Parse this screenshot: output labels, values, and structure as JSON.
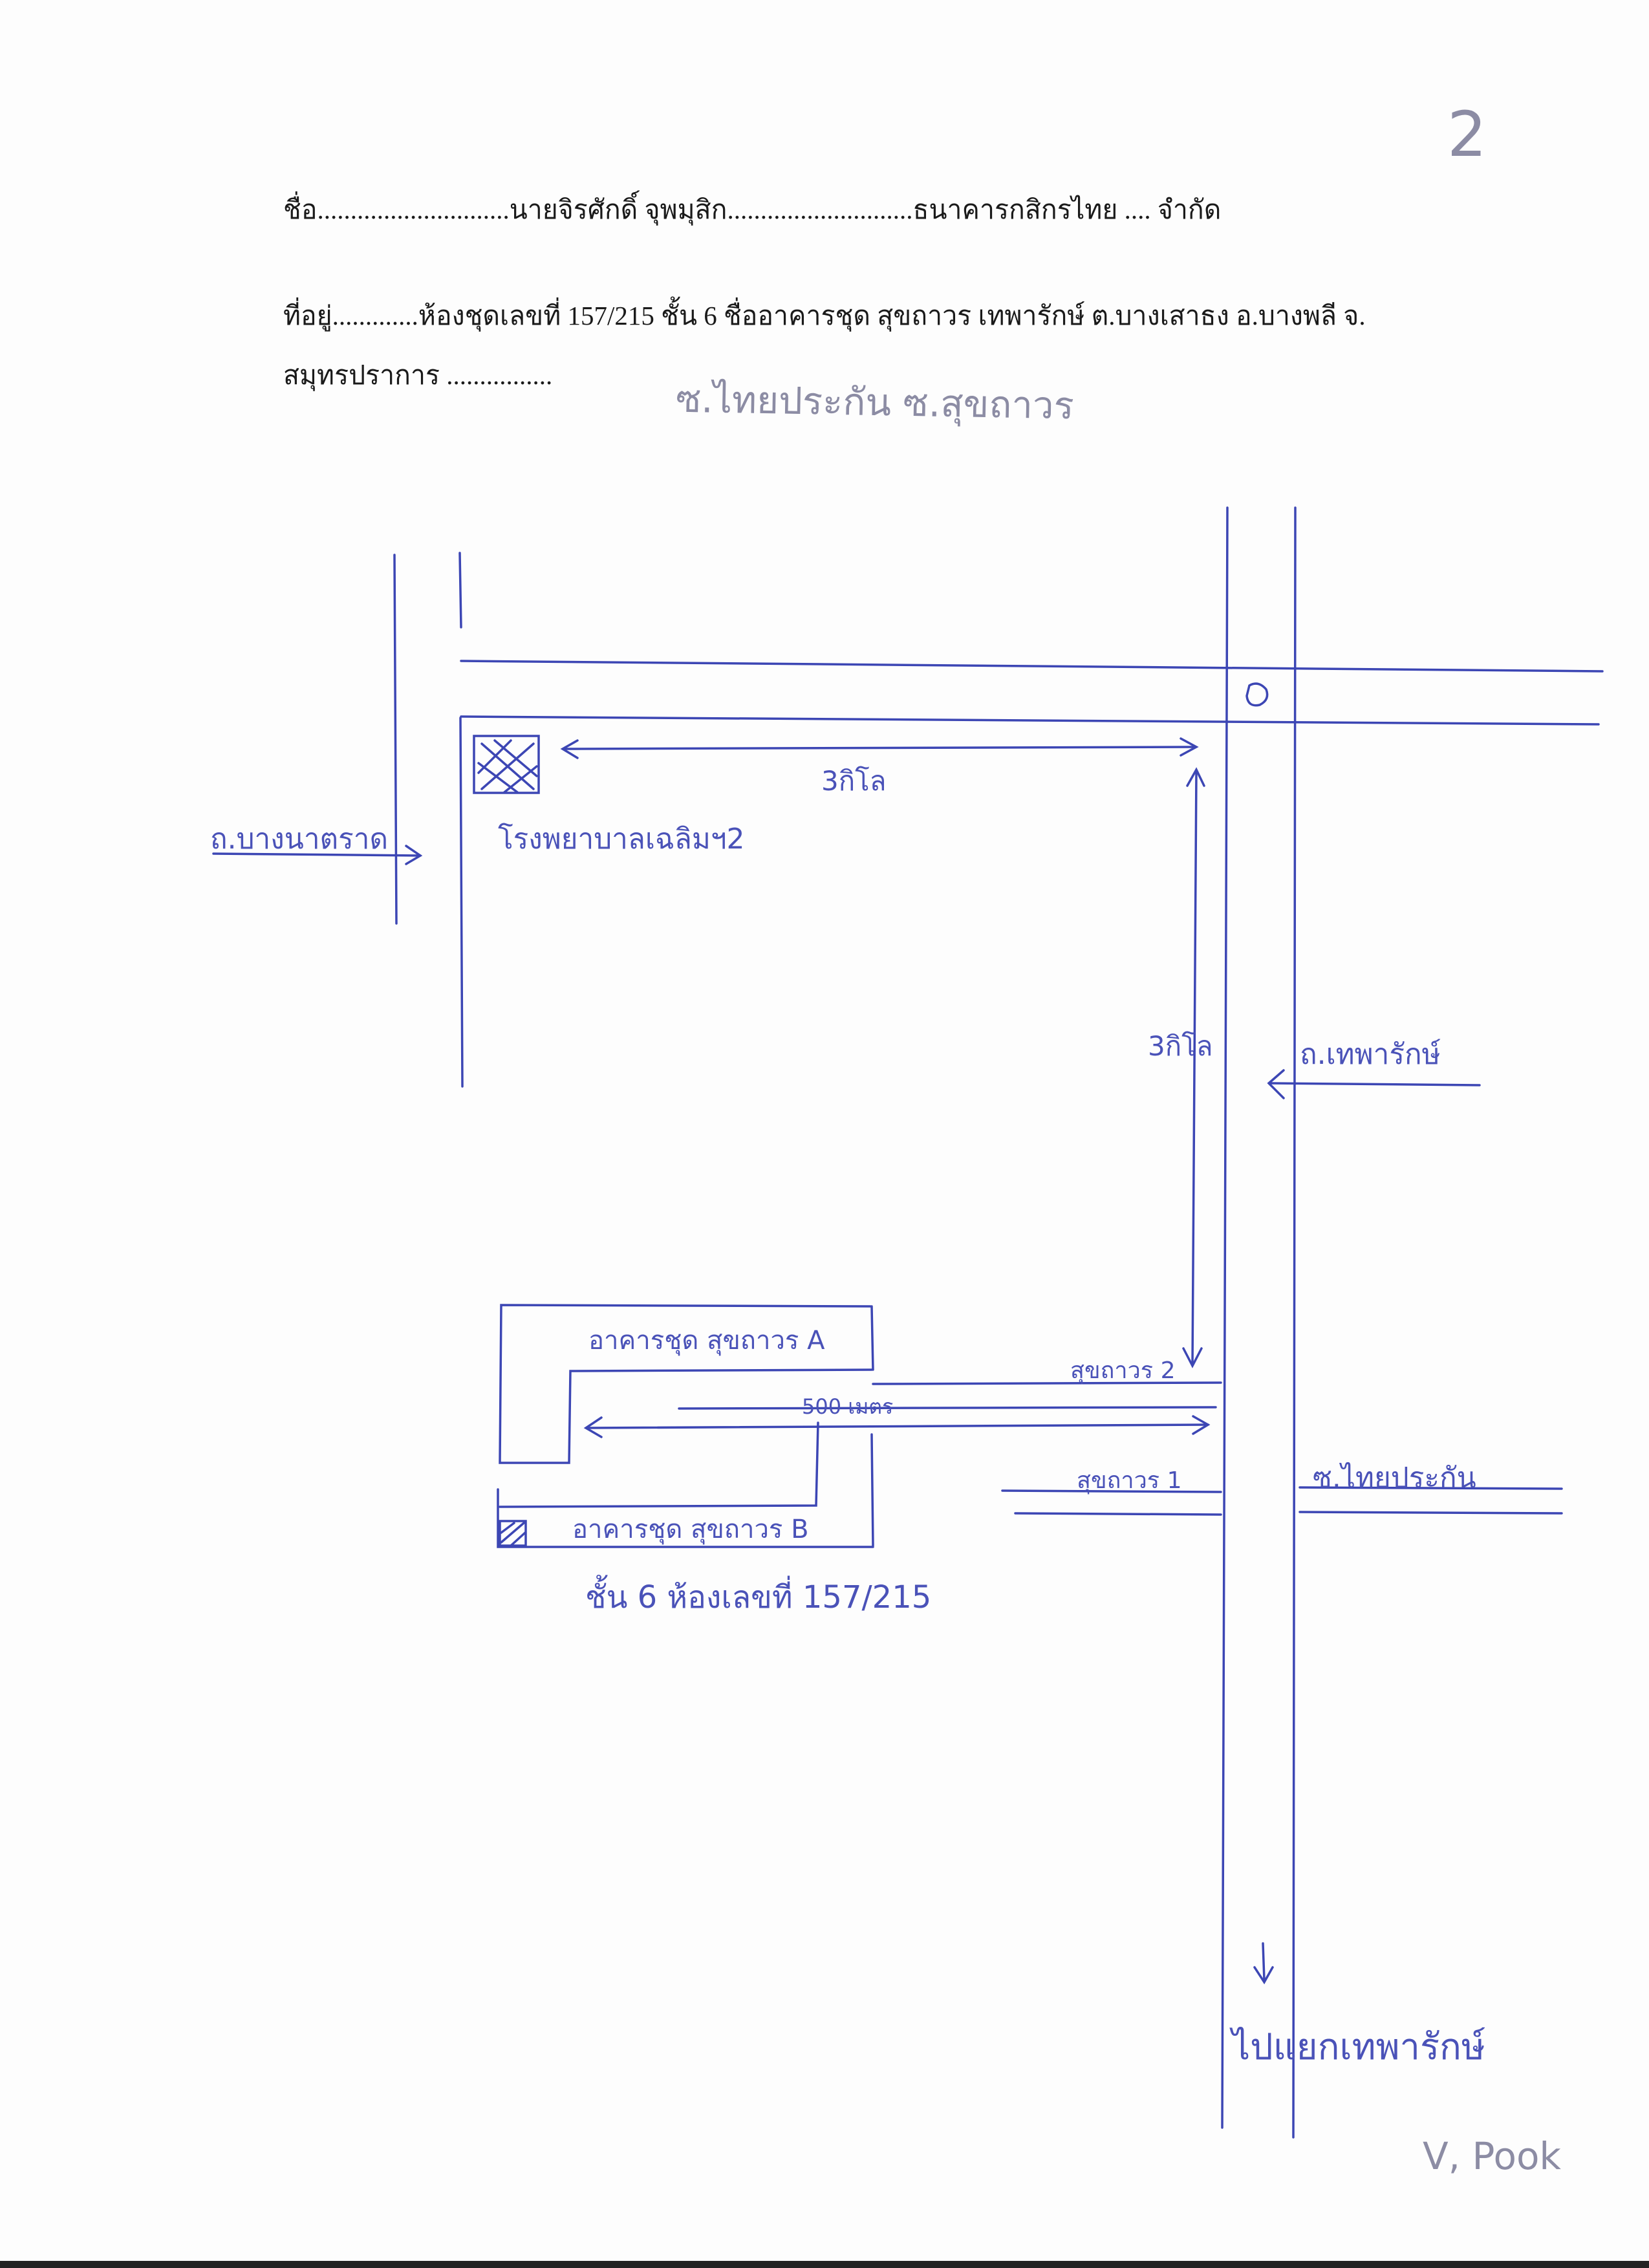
{
  "page_number": "2",
  "header": {
    "name_line": "ชื่อ.............................นายจิรศักดิ์  จุพมุสิก............................ธนาคารกสิกรไทย ....   จำกัด",
    "address_line1": "ที่อยู่.............ห้องชุดเลขที่ 157/215 ชั้น 6 ชื่ออาคารชุด สุขถาวร  เทพารักษ์  ต.บางเสาธง อ.บางพลี จ.",
    "address_line2": "สมุทรปราการ ................",
    "handwritten_note": "ซ.ไทยประกัน  ซ.สุขถาวร"
  },
  "map": {
    "road_left_label": "ถ.บางนาตราด",
    "hospital_label": "โรงพยาบาลเฉลิมฯ2",
    "distance_horizontal": "3กิโล",
    "distance_vertical": "3กิโล",
    "road_right_label": "ถ.เทพารักษ์",
    "building_a_label": "อาคารชุด สุขถาวร A",
    "soi_2_label": "สุขถาวร 2",
    "distance_short": "500 เมตร",
    "soi_1_label": "สุขถาวร 1",
    "soi_thai_label": "ซ.ไทยประกัน",
    "building_b_label": "อาคารชุด สุขถาวร B",
    "unit_label": "ชั้น 6 ห้องเลขที่ 157/215",
    "bottom_label": "ไปแยกเทพารักษ์",
    "signature": "V, Pook"
  }
}
